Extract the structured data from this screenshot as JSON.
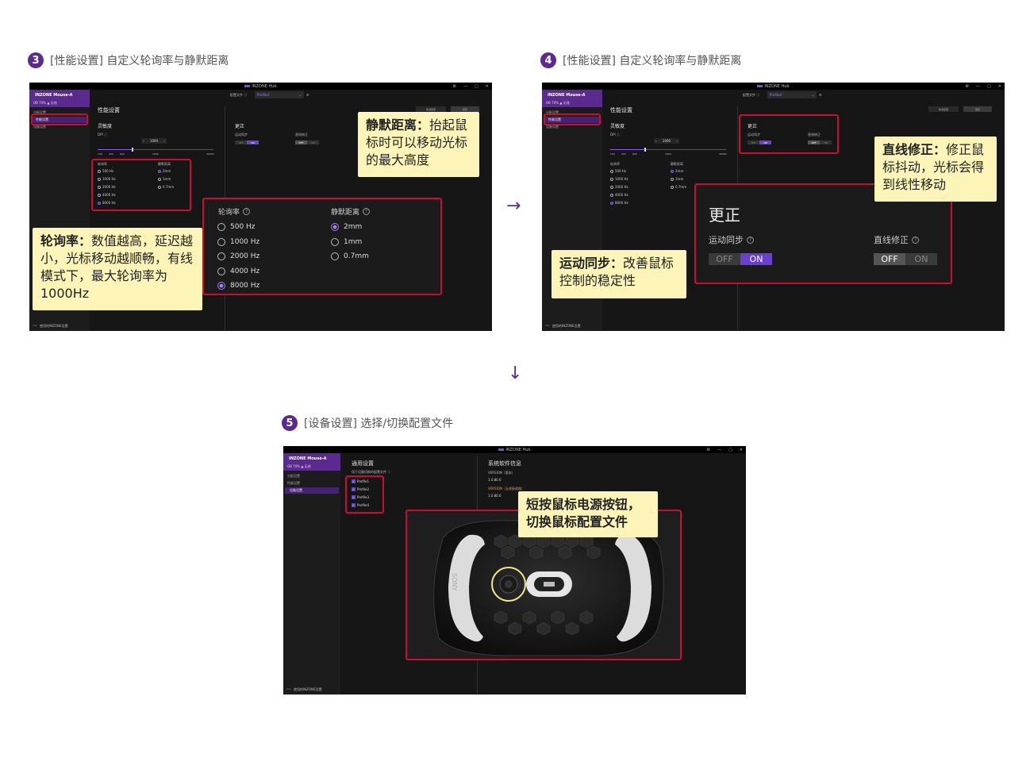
{
  "steps": [
    {
      "num": "3",
      "title": "[性能设置] 自定义轮询率与静默距离"
    },
    {
      "num": "4",
      "title": "[性能设置] 自定义轮询率与静默距离"
    },
    {
      "num": "5",
      "title": "[设备设置] 选择/切换配置文件"
    }
  ],
  "arrows": {
    "right": "→",
    "down": "↓"
  },
  "app": {
    "window_title": "INZONE Hub",
    "device_name": "INZONE Mouse-A",
    "battery_status": "OB 70%  ▲ 无线",
    "nav": [
      "分配设置",
      "性能设置",
      "设备设置"
    ],
    "footer": "使用的INZONE设置",
    "profile_label": "配置文件 ⓘ",
    "profile_value": "Profile4",
    "cancel_btn": "取消变更",
    "save_btn": "保存",
    "window_controls": [
      "⚙",
      "—",
      "▢",
      "✕"
    ]
  },
  "perf": {
    "page_title": "性能设置",
    "sensitivity": "灵敏度",
    "dpi_label": "DPI ⓘ",
    "dpi_value": "1000",
    "dpi_ticks": [
      "100",
      "400",
      "800",
      "1600",
      "30000"
    ],
    "correction": "更正",
    "motion_sync": "运动同步",
    "line_correction": "直线修正",
    "polling_label": "轮询率",
    "silent_label": "静默距离",
    "polling_options": [
      "500 Hz",
      "1000 Hz",
      "2000 Hz",
      "4000 Hz",
      "8000 Hz"
    ],
    "polling_selected": "8000 Hz",
    "silent_options": [
      "2mm",
      "1mm",
      "0.7mm"
    ],
    "silent_selected": "2mm",
    "off": "OFF",
    "on": "ON"
  },
  "zoom3": {
    "polling_label": "轮询率",
    "silent_label": "静默距离",
    "polling_options": [
      "500 Hz",
      "1000 Hz",
      "2000 Hz",
      "4000 Hz",
      "8000 Hz"
    ],
    "silent_options": [
      "2mm",
      "1mm",
      "0.7mm"
    ]
  },
  "zoom4": {
    "title": "更正",
    "motion_sync": "运动同步",
    "line_correction": "直线修正",
    "off": "OFF",
    "on": "ON"
  },
  "callouts": {
    "silent": {
      "bold": "静默距离：",
      "text": "抬起鼠标时可以移动光标的最大高度"
    },
    "polling": {
      "bold": "轮询率：",
      "text": "数值越高，延迟越小，光标移动越顺畅，有线模式下，最大轮询率为1000Hz"
    },
    "line": {
      "bold": "直线修正：",
      "text": "修正鼠标抖动，光标会得到线性移动"
    },
    "motion": {
      "bold": "运动同步：",
      "text": "改善鼠标控制的稳定性"
    },
    "button": {
      "bold": "短按鼠标电源按钮，切换鼠标配置文件",
      "text": ""
    }
  },
  "device": {
    "general": "通用设置",
    "profile_hint": "用于设备切换的配置文件 ⓘ",
    "profiles": [
      "Profile1",
      "Profile2",
      "Profile3",
      "Profile4"
    ],
    "sysinfo": "系统软件信息",
    "version_label": "VERSION（版本）",
    "version_value": "1.0.80.0",
    "version_label2": "VERSION（无线接收器）",
    "version_value2": "1.0.80.0",
    "brand": "SONY"
  },
  "colors": {
    "accent": "#5b2a8e",
    "highlight": "#c8102e",
    "callout": "#fdf5b8"
  }
}
